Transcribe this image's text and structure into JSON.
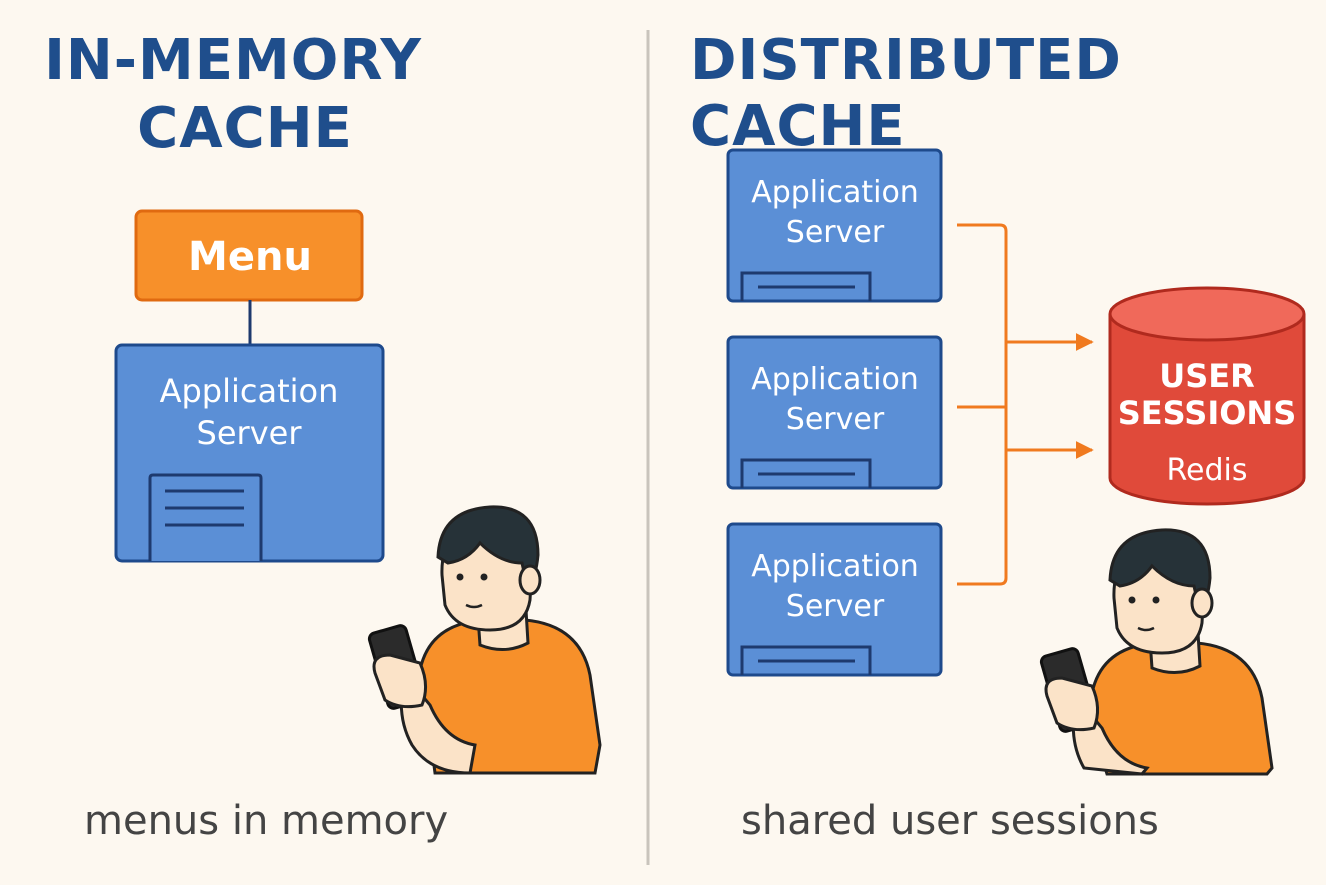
{
  "left_panel": {
    "title_line1": "IN-MEMORY",
    "title_line2": "CACHE",
    "menu_label": "Menu",
    "server_line1": "Application",
    "server_line2": "Server",
    "caption": "menus in memory"
  },
  "right_panel": {
    "title": "DISTRIBUTED CACHE",
    "servers": [
      {
        "line1": "Application",
        "line2": "Server"
      },
      {
        "line1": "Application",
        "line2": "Server"
      },
      {
        "line1": "Application",
        "line2": "Server"
      }
    ],
    "store_line1": "USER",
    "store_line2": "SESSIONS",
    "store_line3": "Redis",
    "caption": "shared user sessions"
  },
  "colors": {
    "background": "#fdf8f0",
    "title": "#1f4e8c",
    "server_fill": "#5b8fd6",
    "server_stroke": "#1e4a8c",
    "menu_fill": "#f7902a",
    "arrow": "#f07a1f",
    "redis_fill": "#e04a3a",
    "shirt": "#f7902a"
  },
  "icons": [
    "person-with-phone-icon",
    "database-cylinder-icon",
    "server-drive-icon"
  ]
}
